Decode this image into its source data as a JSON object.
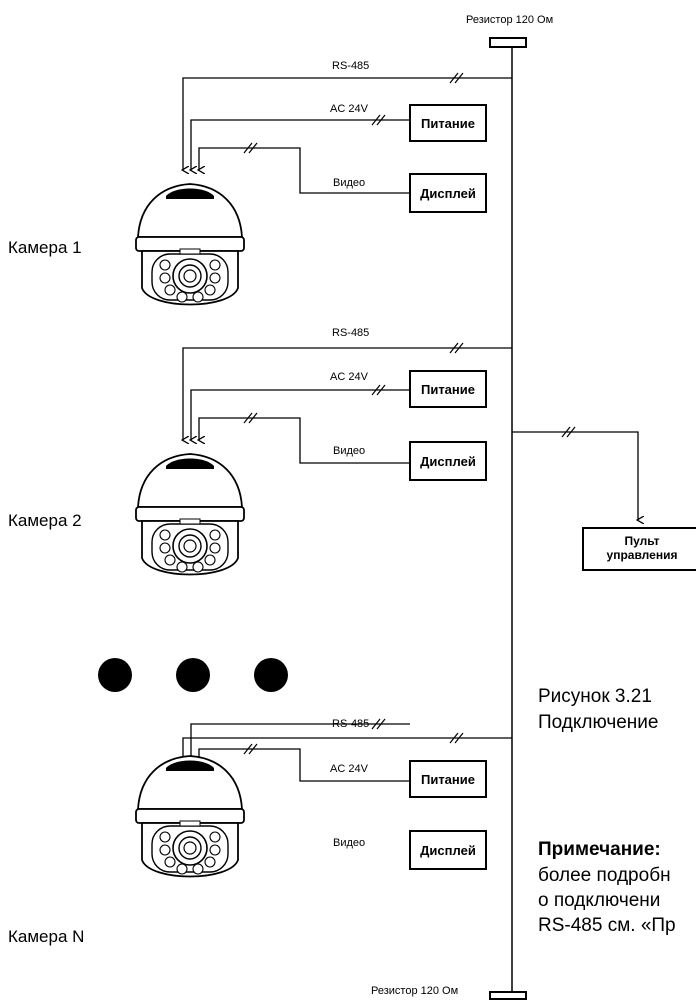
{
  "resistor_top_label": "Резистор 120 Ом",
  "resistor_bottom_label": "Резистор 120 Ом",
  "cameras": [
    {
      "label": "Камера 1",
      "rs485": "RS-485",
      "ac": "AC 24V",
      "video": "Видео",
      "power_box": "Питание",
      "display_box": "Дисплей"
    },
    {
      "label": "Камера 2",
      "rs485": "RS-485",
      "ac": "AC 24V",
      "video": "Видео",
      "power_box": "Питание",
      "display_box": "Дисплей"
    },
    {
      "label": "Камера N",
      "rs485": "RS-485",
      "ac": "AC 24V",
      "video": "Видео",
      "power_box": "Питание",
      "display_box": "Дисплей"
    }
  ],
  "controller": {
    "line1": "Пульт",
    "line2": "управления"
  },
  "caption": {
    "line1": "Рисунок 3.21",
    "line2": "Подключение"
  },
  "note": {
    "title": "Примечание:",
    "line1": "более подробн",
    "line2": "о подключени",
    "line3": "RS-485 см. «Пр"
  }
}
